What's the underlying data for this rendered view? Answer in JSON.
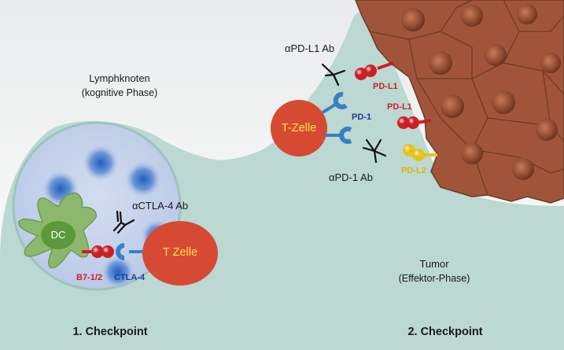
{
  "labels": {
    "lymph_node_title": "Lymphknoten",
    "lymph_node_subtitle": "(kognitive Phase)",
    "tumor_title": "Tumor",
    "tumor_subtitle": "(Effektor-Phase)",
    "checkpoint_1": "1. Checkpoint",
    "checkpoint_2": "2. Checkpoint",
    "t_cell_tumor": "T-Zelle",
    "t_cell_lymph": "T Zelle",
    "dendritic_cell": "DC",
    "b7_ligand": "B7-1/2",
    "ctla4_receptor": "CTLA-4",
    "ctla4_antibody": "αCTLA-4 Ab",
    "pd1_receptor": "PD-1",
    "pd1_antibody": "αPD-1 Ab",
    "pdl1_antibody": "αPD-L1 Ab",
    "pdl1_ligand_top": "PD-L1",
    "pdl1_ligand_mid": "PD-L1",
    "pdl2_ligand": "PD-L2"
  },
  "colors": {
    "lymph_background": "#bcd8d2",
    "lymph_node": "#c5d3ea",
    "t_cell": "#d64a33",
    "t_cell_text": "#ffe34a",
    "dendritic_cell": "#8cb86d",
    "tumor_cell": "#a0553a",
    "ligand_red": "#cc1f24",
    "receptor_blue": "#3a7fc4",
    "ligand_yellow": "#e8c21c"
  }
}
